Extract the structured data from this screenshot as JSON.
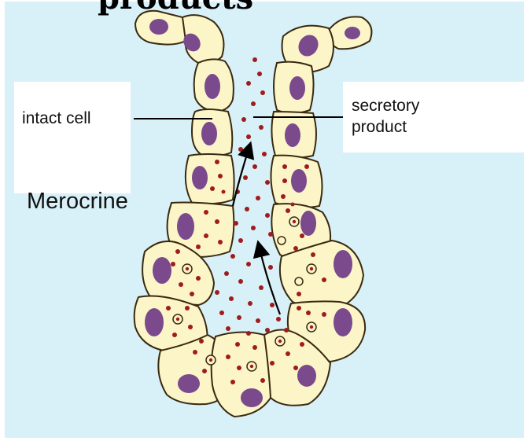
{
  "title": "products",
  "labels": {
    "intact_cell": "intact cell",
    "secretory_line1": "secretory",
    "secretory_line2": "product",
    "type": "Merocrine"
  },
  "colors": {
    "background": "#d8f0f8",
    "cell_fill": "#fbf5c8",
    "cell_stroke": "#3a2a10",
    "nucleus": "#7a4a8c",
    "granule": "#a01c1c"
  }
}
